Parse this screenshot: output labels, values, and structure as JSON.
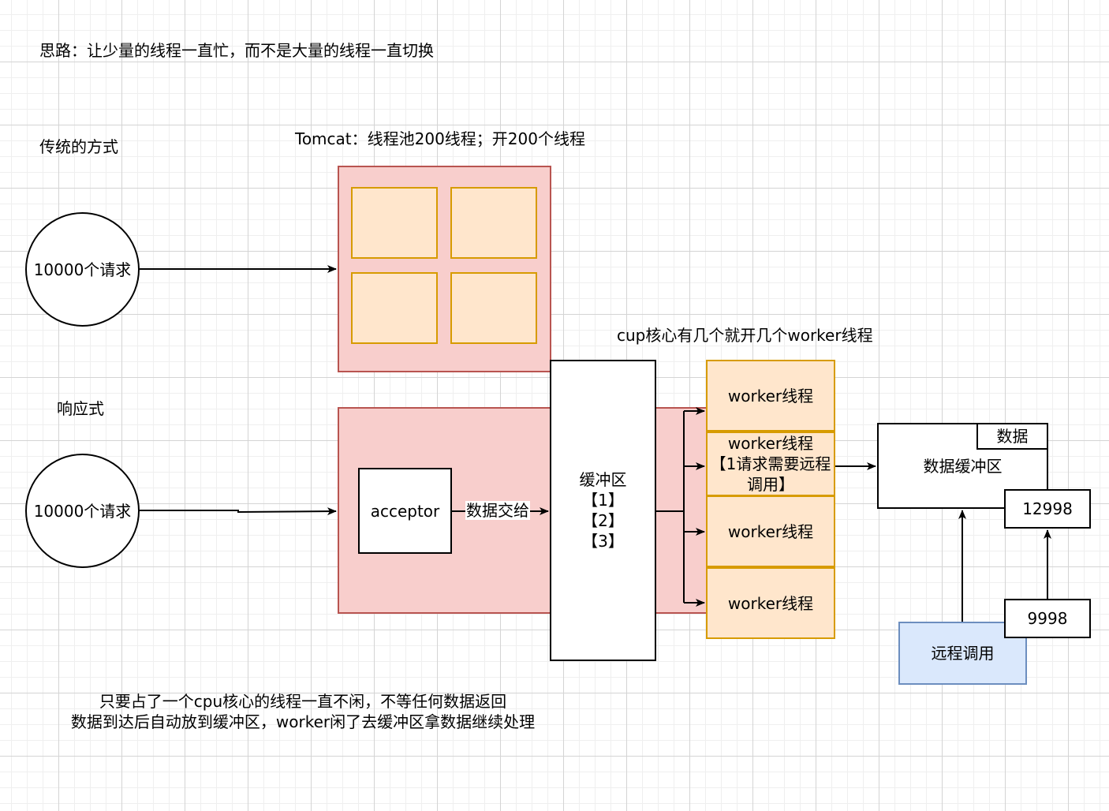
{
  "top_note": "思路：让少量的线程一直忙，而不是大量的线程一直切换",
  "traditional": {
    "label": "传统的方式",
    "request_circle": "10000个请求",
    "tomcat_label": "Tomcat：线程池200线程；开200个线程"
  },
  "reactive": {
    "label": "响应式",
    "request_circle": "10000个请求",
    "acceptor": "acceptor",
    "handoff_label": "数据交给",
    "buffer_title": "缓冲区",
    "buffer_items": [
      "【1】",
      "【2】",
      "【3】"
    ],
    "worker_header": "cup核心有几个就开几个worker线程",
    "workers": [
      "worker线程",
      "worker线程\n【1请求需要远程调用】",
      "worker线程",
      "worker线程"
    ],
    "data_buffer": "数据缓冲区",
    "data_tag": "数据",
    "remote_call": "远程调用",
    "port_top": "12998",
    "port_bottom": "9998"
  },
  "bottom_note": {
    "line1": "只要占了一个cpu核心的线程一直不闲，不等任何数据返回",
    "line2": "数据到达后自动放到缓冲区，worker闲了去缓冲区拿数据继续处理"
  },
  "colors": {
    "pink_fill": "#f8cecc",
    "pink_stroke": "#b85450",
    "orange_fill": "#ffe6cc",
    "orange_stroke": "#d79b00",
    "blue_fill": "#dae8fc",
    "blue_stroke": "#6c8ebf"
  }
}
